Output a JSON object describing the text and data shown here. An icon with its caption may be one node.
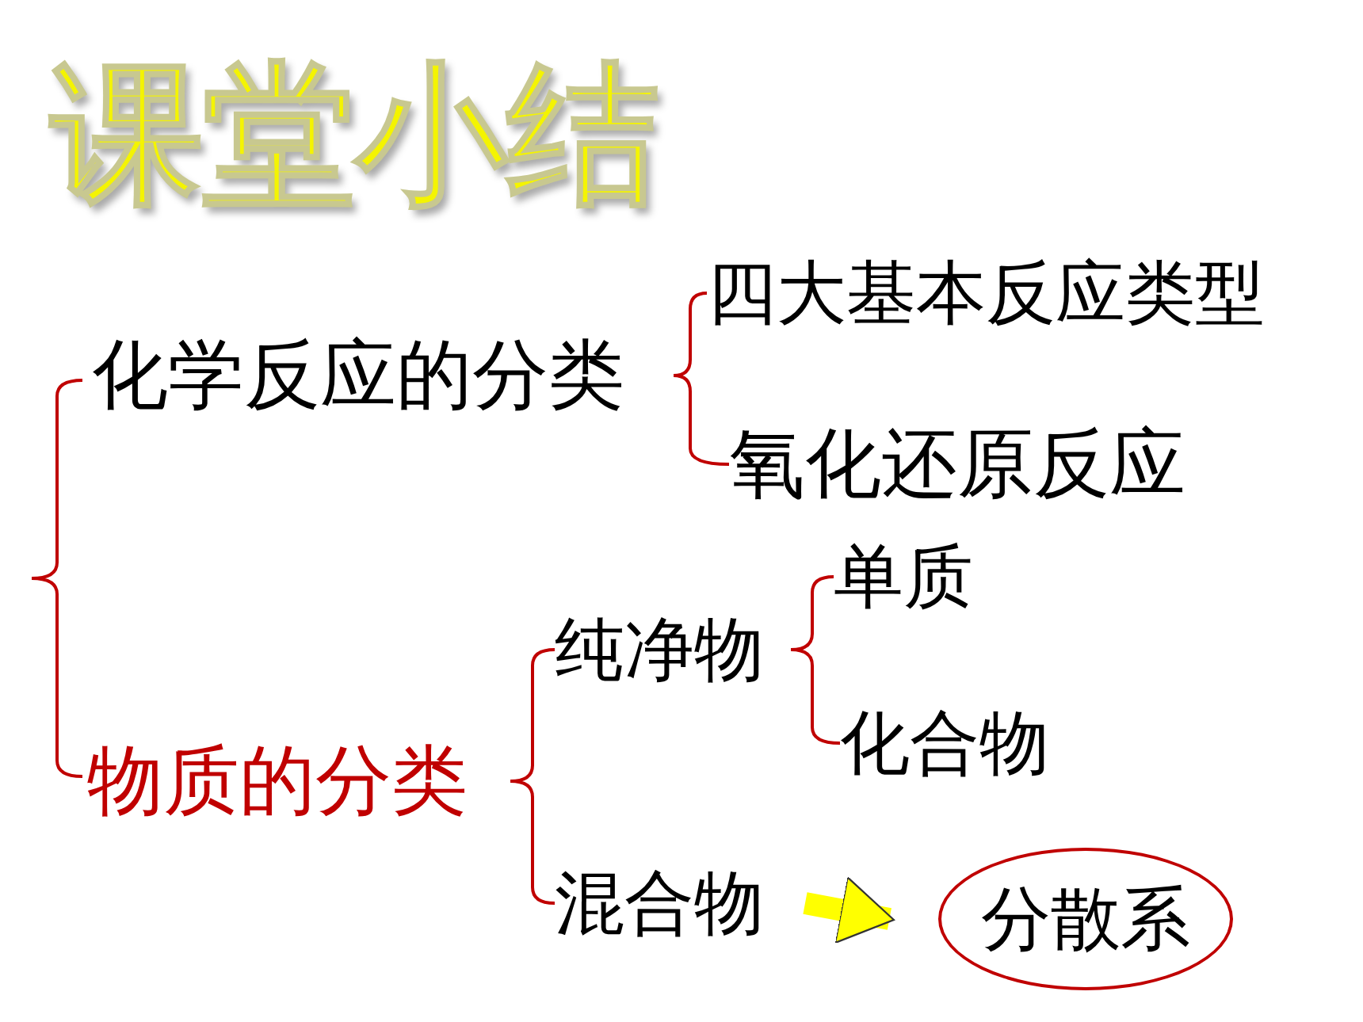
{
  "diagram": {
    "title": "课堂小结",
    "nodes": [
      {
        "text": [
          "化学反应的分类"
        ]
      },
      {
        "text": [
          "四大基本反应类型"
        ]
      },
      {
        "text": [
          "氧化还原反应"
        ]
      },
      {
        "text": [
          "物质的分类"
        ]
      },
      {
        "text": [
          "纯净物"
        ]
      },
      {
        "text": [
          "单质"
        ]
      },
      {
        "text": [
          "化合物"
        ]
      },
      {
        "text": [
          "混合物"
        ]
      },
      {
        "text": [
          "分散系"
        ]
      }
    ],
    "edges": [
      {
        "from": 0,
        "to": 1,
        "arrow": "none"
      },
      {
        "from": 0,
        "to": 2,
        "arrow": "none"
      },
      {
        "from": 3,
        "to": 4,
        "arrow": "none"
      },
      {
        "from": 3,
        "to": 7,
        "arrow": "none"
      },
      {
        "from": 4,
        "to": 5,
        "arrow": "none"
      },
      {
        "from": 4,
        "to": 6,
        "arrow": "none"
      },
      {
        "from": 7,
        "to": 8,
        "arrow": "to",
        "style": "thick",
        "color": "#ffff00"
      }
    ]
  }
}
